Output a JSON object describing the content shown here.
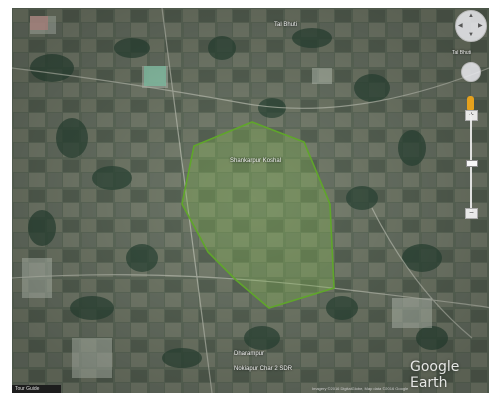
{
  "labels": {
    "top_place": "Tal Bhuti",
    "nav_label": "Tal Bhuti",
    "area_name": "Shankarpur Koshal",
    "lower_place": "Dharampur",
    "lower_place2": "Nokiapur Char 2 SDR"
  },
  "controls": {
    "tour_label": "Tour Guide",
    "zoom_in": "+",
    "zoom_out": "−"
  },
  "attribution": "Imagery ©2016 DigitalGlobe, Map data ©2016 Google",
  "watermark": "Google Earth",
  "colors": {
    "polygon_stroke": "#5fa62a",
    "polygon_fill": "#7fb050",
    "accent": "#e5a11d"
  }
}
